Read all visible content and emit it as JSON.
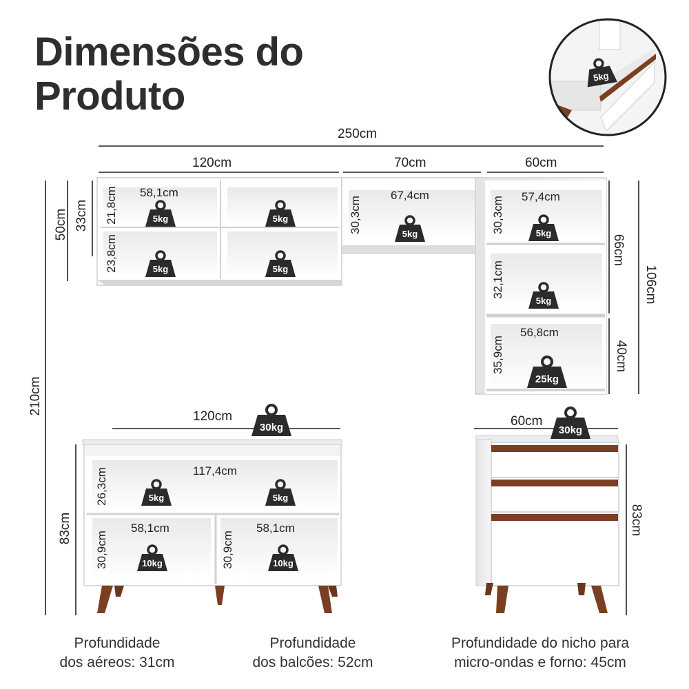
{
  "title_line1": "Dimensões do",
  "title_line2": "Produto",
  "overall": {
    "width": "250cm",
    "height": "210cm"
  },
  "upper": {
    "widths": {
      "left": "120cm",
      "middle": "70cm",
      "right": "60cm"
    },
    "left_total_height": "50cm",
    "left_niche_height": "33cm",
    "left_inner_width": "58,1cm",
    "left_top_shelf": "21,8cm",
    "left_bottom_shelf": "23,8cm",
    "middle_inner_width": "67,4cm",
    "middle_height": "30,3cm",
    "right_inner_width": "57,4cm",
    "right_top_height": "30,3cm",
    "right_mid_height": "32,1cm",
    "right_bottom_inner_width": "56,8cm",
    "right_bottom_height": "35,9cm",
    "right_upper_section": "66cm",
    "right_lower_section": "40cm",
    "right_total_height": "106cm"
  },
  "base_left": {
    "width": "120cm",
    "height": "83cm",
    "top_inner_width": "117,4cm",
    "top_shelf_height": "26,3cm",
    "lower_inner_width_left": "58,1cm",
    "lower_inner_width_right": "58,1cm",
    "lower_height_left": "30,9cm",
    "lower_height_right": "30,9cm"
  },
  "base_right": {
    "width": "60cm",
    "height": "83cm"
  },
  "weights": {
    "w5": "5kg",
    "w10": "10kg",
    "w25": "25kg",
    "w30": "30kg"
  },
  "footer": {
    "aereos_line1": "Profundidade",
    "aereos_line2": "dos aéreos: 31cm",
    "balcoes_line1": "Profundidade",
    "balcoes_line2": "dos balcões: 52cm",
    "nicho_line1": "Profundidade do nicho para",
    "nicho_line2": "micro-ondas e forno: 45cm"
  },
  "colors": {
    "title": "#2e2e2e",
    "wood": "#7a3f22",
    "weight": "#2b2b2b",
    "cabinet": "#ffffff",
    "shadow": "#d9d9d9"
  }
}
